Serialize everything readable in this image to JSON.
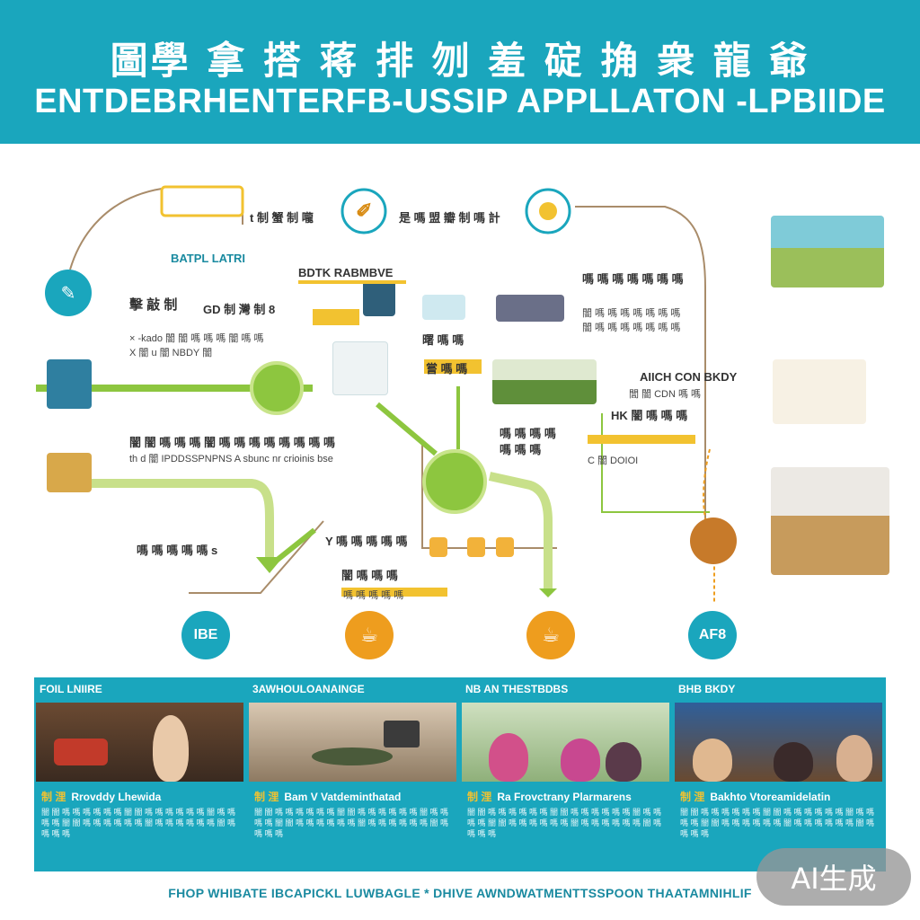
{
  "header": {
    "title_cjk": "圖學 拿 搭 蒋 排 刎 羞 碇 捔 衆 龍 爺",
    "title_en": "ENTDEBRHENTERFB-USSIP APPLLATON -LPBIIDE"
  },
  "diagram": {
    "labels": {
      "top_left": "t 制 蟹 制 嚨",
      "top_mid": "是 嗎 盟 瓣 制 嗎 計",
      "section_left": "BATPL LATRI",
      "section_mid": "BDTK RABMBVE",
      "left_block_1": "擊 敲 制",
      "left_block_2": "GD 制 灣 制 8",
      "left_line_1": "× -kado 闇 闇 嗎 嗎 嗎 闇 嗎 嗎",
      "left_line_2": "X 闇 u 闇 NBDY 闇",
      "mid_box": "曙 嗎 嗎",
      "mid_strip_1": "嘗 嗎 嗎",
      "right_head": "嗎 嗎 嗎 嗎 嗎 嗎 嗎",
      "right_line_1": "闇 嗎 嗎 嗎 嗎 嗎 嗎 嗎",
      "right_line_2": "闇 嗎 嗎 嗎 嗎 嗎 嗎 嗎",
      "right_line_3": "AIICH CON BKDY",
      "right_line_4": "閭 闇 CDN 嗎 嗎",
      "right_line_5": "HK 闇 嗎 嗎 嗎",
      "mid_low_1": "嗎 嗎 嗎 嗎",
      "mid_low_2": "嗎 嗎 嗎",
      "mid_low_3": "C 闇 DOIOI",
      "wide_line": "闇 闇 嗎 嗎 嗎 闇 嗎 嗎 嗎 嗎 嗎 嗎 嗎 嗎",
      "wide_line_2": "th d 闇 IPDDSSPNPNS A sbunc nr crioinis bse",
      "lower_left": "嗎 嗎 嗎 嗎 嗎 s",
      "lower_mid_1": "Y 嗎 嗎 嗎 嗎 嗎",
      "lower_mid_2": "闇 嗎 嗎 嗎",
      "lower_mid_3": "嗎 嗎 嗎 嗎 嗎"
    },
    "circle_icons": [
      {
        "text": "IBE",
        "color": "#1aa6bd"
      },
      {
        "text": "☕",
        "color": "#ee9d1e"
      },
      {
        "text": "☕",
        "color": "#ee9d1e"
      },
      {
        "text": "AF8",
        "color": "#1aa6bd"
      }
    ]
  },
  "cards": [
    {
      "head": "FOIL LNIIRE",
      "title_tag": "制 浬",
      "title": "Rrovddy Lhewida",
      "body": "闇 闇 嗎 嗎 嗎 嗎 嗎 嗎 闇 闇 嗎 嗎 嗎 嗎 嗎 嗎 闇 嗎 嗎 嗎 嗎 闇 闇 嗎 嗎 嗎 嗎 嗎 嗎 闇 嗎 嗎 嗎 嗎 嗎 嗎 闇 嗎 嗎 嗎 嗎"
    },
    {
      "head": "3AWHOULOANAINGE",
      "title_tag": "制 浬",
      "title": "Bam V Vatdeminthatad",
      "body": "闇 闇 嗎 嗎 嗎 嗎 嗎 嗎 闇 闇 嗎 嗎 嗎 嗎 嗎 嗎 闇 嗎 嗎 嗎 嗎 闇 闇 嗎 嗎 嗎 嗎 嗎 嗎 闇 嗎 嗎 嗎 嗎 嗎 嗎 闇 嗎 嗎 嗎 嗎"
    },
    {
      "head": "NB AN THESTBDBS",
      "title_tag": "制 浬",
      "title": "Ra Frovctrany Plarmarens",
      "body": "闇 闇 嗎 嗎 嗎 嗎 嗎 嗎 闇 闇 嗎 嗎 嗎 嗎 嗎 嗎 闇 嗎 嗎 嗎 嗎 闇 闇 嗎 嗎 嗎 嗎 嗎 嗎 闇 嗎 嗎 嗎 嗎 嗎 嗎 闇 嗎 嗎 嗎 嗎"
    },
    {
      "head": "BHB BKDY",
      "title_tag": "制 浬",
      "title": "Bakhto Vtoreamidelatin",
      "body": "闇 闇 嗎 嗎 嗎 嗎 嗎 嗎 闇 闇 嗎 嗎 嗎 嗎 嗎 嗎 闇 嗎 嗎 嗎 嗎 闇 闇 嗎 嗎 嗎 嗎 嗎 嗎 闇 嗎 嗎 嗎 嗎 嗎 嗎 闇 嗎 嗎 嗎 嗎"
    }
  ],
  "footer": "FHOP WHIBATE IBCAPICKL LUWBAGLE * DHIVE AWNDWATMENTTSSPOON THAATAMNIHLIF",
  "badge": "AI生成",
  "colors": {
    "teal": "#1aa6bd",
    "green": "#8dc63f",
    "yellow": "#f2c230",
    "orange": "#ee9d1e"
  }
}
